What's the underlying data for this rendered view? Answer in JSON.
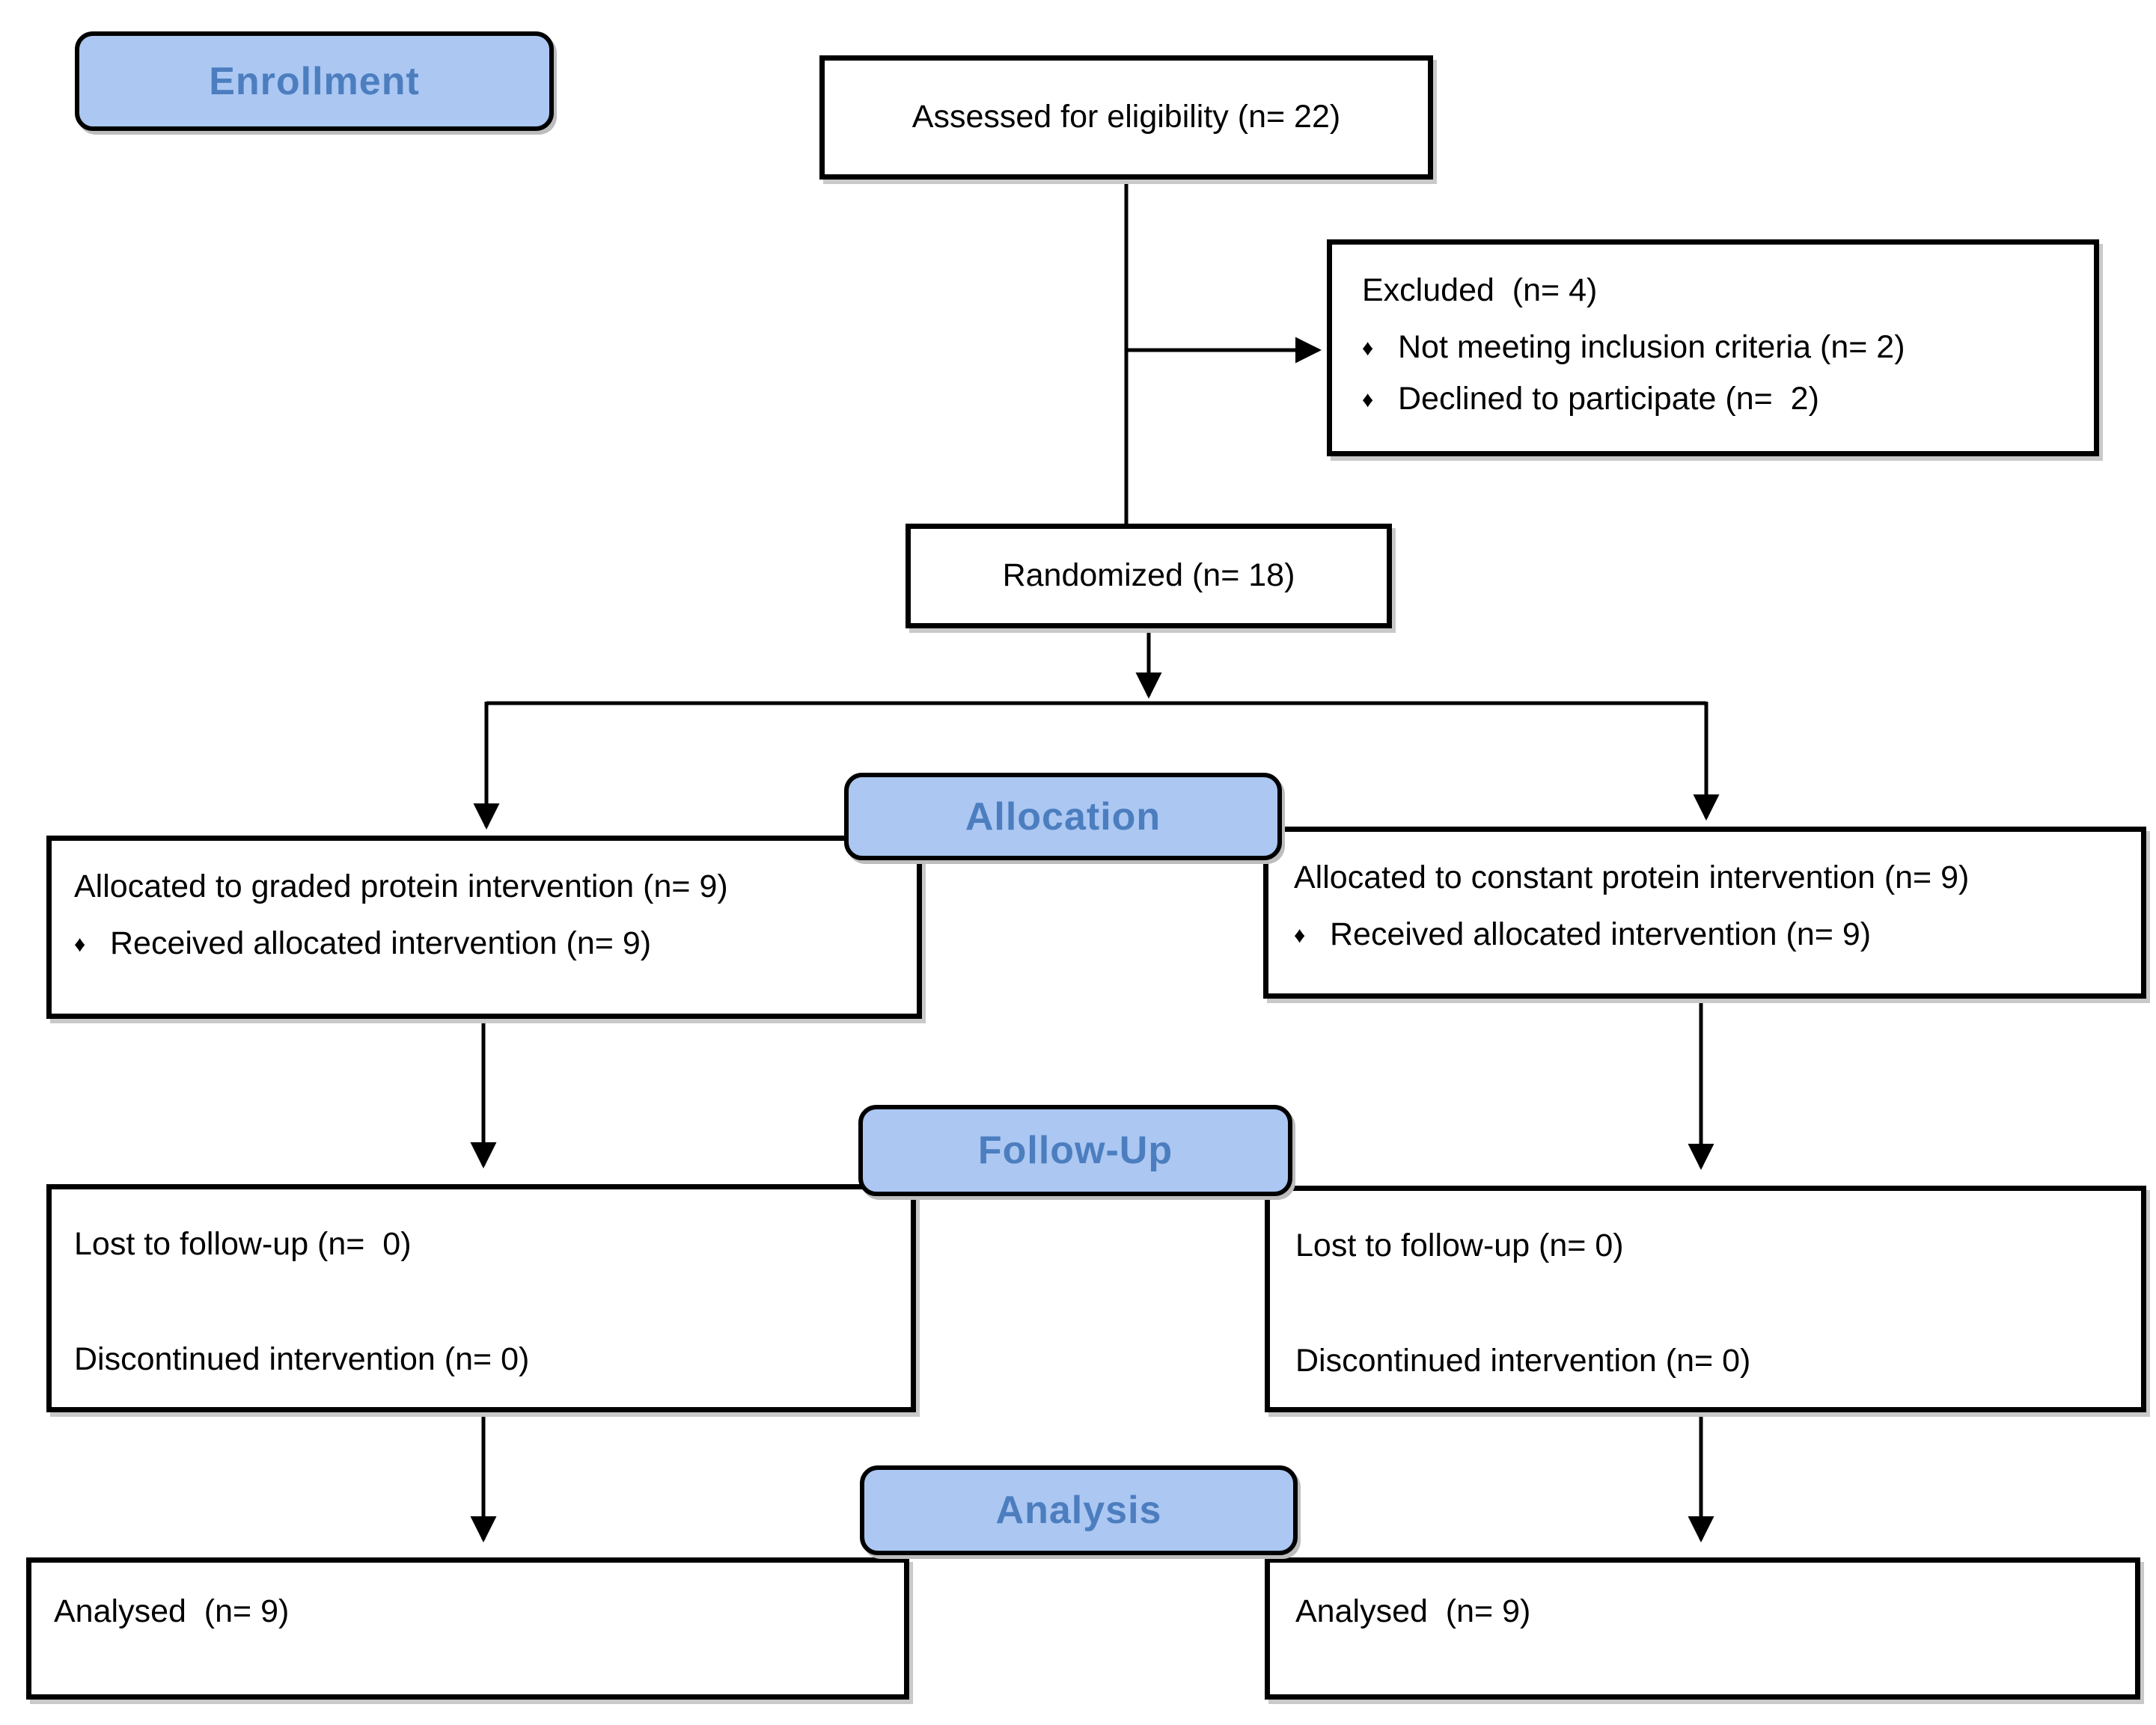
{
  "palette": {
    "label_fill": "#abc7f2",
    "label_text": "#4c7ebf",
    "box_fill": "#ffffff",
    "box_border": "#000000",
    "text_color": "#000000",
    "connector_color": "#000000"
  },
  "bullet_glyph": "♦",
  "stages": {
    "enrollment": "Enrollment",
    "allocation": "Allocation",
    "followup": "Follow-Up",
    "analysis": "Analysis"
  },
  "boxes": {
    "assessed": {
      "text": "Assessed for eligibility (n= 22)"
    },
    "excluded": {
      "title": "Excluded  (n= 4)",
      "bullets": [
        "Not meeting inclusion criteria (n= 2)",
        "Declined to participate (n=  2)"
      ]
    },
    "randomized": {
      "text": "Randomized (n= 18)"
    },
    "alloc_left": {
      "title": "Allocated to graded protein intervention (n= 9)",
      "bullets": [
        "Received allocated intervention (n= 9)"
      ]
    },
    "alloc_right": {
      "title": "Allocated to constant protein intervention (n= 9)",
      "bullets": [
        "Received allocated intervention (n= 9)"
      ]
    },
    "followup_left": {
      "lines": [
        "Lost to follow-up (n=  0)",
        "Discontinued intervention (n= 0)"
      ]
    },
    "followup_right": {
      "lines": [
        "Lost to follow-up (n= 0)",
        "Discontinued intervention (n= 0)"
      ]
    },
    "analysis_left": {
      "text": "Analysed  (n= 9)"
    },
    "analysis_right": {
      "text": "Analysed  (n= 9)"
    }
  }
}
